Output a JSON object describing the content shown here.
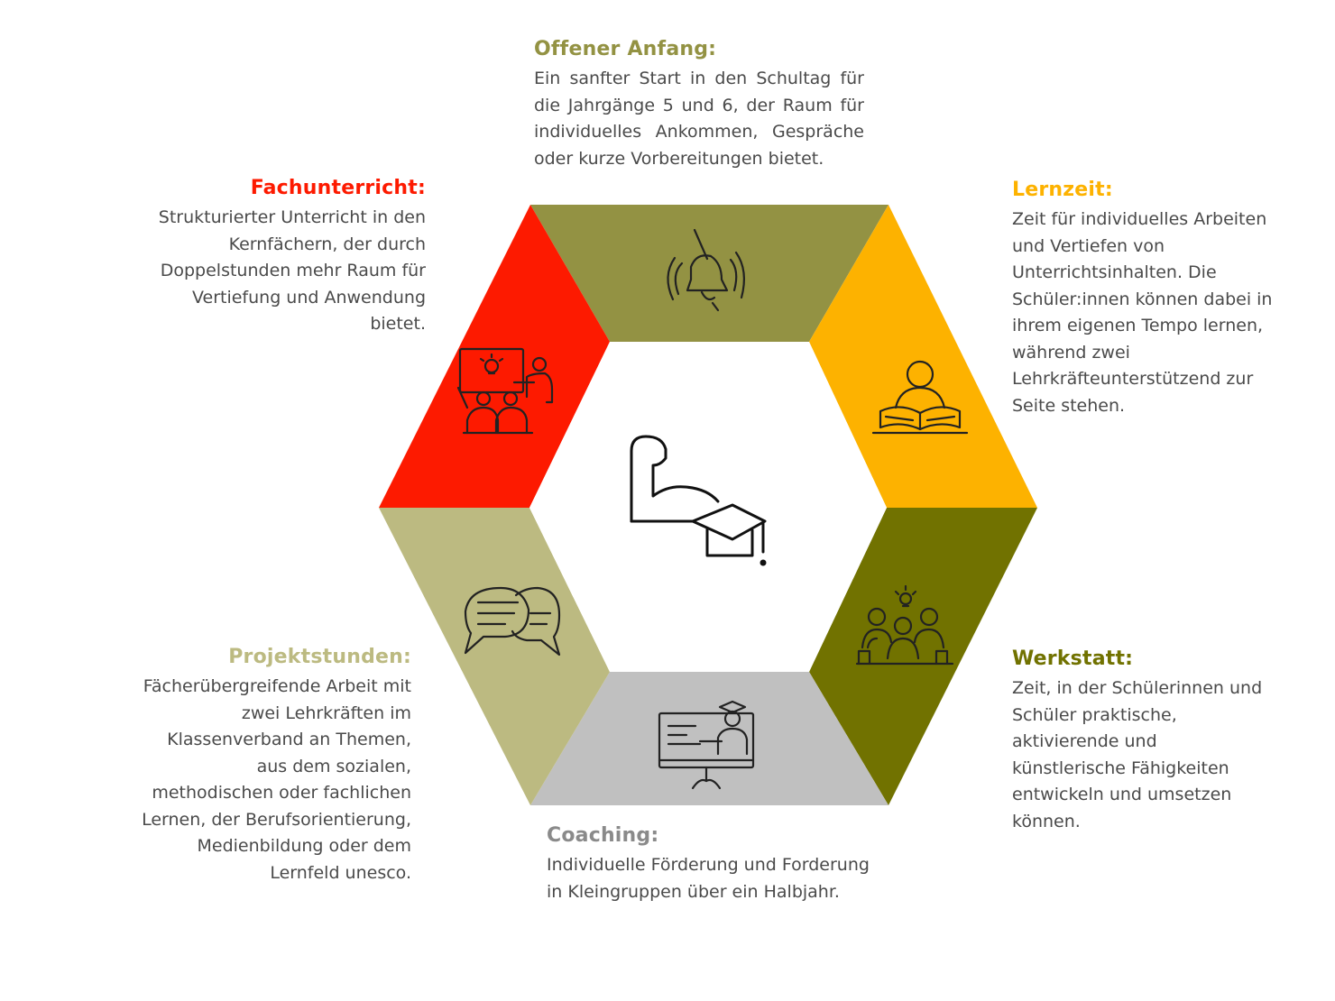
{
  "colors": {
    "offener_anfang": "#939243",
    "lernzeit": "#fdb200",
    "werkstatt": "#717200",
    "coaching": "#c0c0c0",
    "projektstunden": "#bcba81",
    "fachunterricht": "#fd1a00"
  },
  "sections": {
    "offener_anfang": {
      "title": "Offener Anfang:",
      "text": "Ein sanfter Start in den Schultag für die Jahrgänge 5 und 6, der Raum für individuelles Ankommen, Gespräche oder kurze Vorbereitungen bietet.",
      "icon": "bell-icon"
    },
    "lernzeit": {
      "title": "Lernzeit:",
      "text": "Zeit für individuelles Arbeiten und Vertiefen von Unterrichtsinhalten. Die Schüler:innen können dabei in ihrem eigenen Tempo lernen, während zwei Lehrkräfteunterstützend zur Seite stehen.",
      "icon": "reader-book-icon"
    },
    "werkstatt": {
      "title": "Werkstatt:",
      "text": "Zeit, in der Schülerinnen und Schüler praktische, aktivierende und künstlerische Fähigkeiten entwickeln und umsetzen können.",
      "icon": "group-idea-icon"
    },
    "coaching": {
      "title": "Coaching:",
      "text": "Individuelle Förderung und Forderung in Kleingruppen über ein Halbjahr.",
      "icon": "online-teacher-icon"
    },
    "projektstunden": {
      "title": "Projektstunden:",
      "text": "Fächerübergreifende Arbeit mit zwei Lehrkräften im Klassenverband an Themen, aus dem sozialen, methodischen oder fachlichen Lernen, der Berufsorientierung, Medienbildung oder dem Lernfeld unesco.",
      "icon": "speech-bubbles-icon"
    },
    "fachunterricht": {
      "title": "Fachunterricht:",
      "text": "Strukturierter Unterricht in den Kernfächern, der durch Doppelstunden mehr Raum für Vertiefung und Anwendung bietet.",
      "icon": "classroom-icon"
    }
  },
  "center_icon": "strong-arm-graduation-cap-icon"
}
